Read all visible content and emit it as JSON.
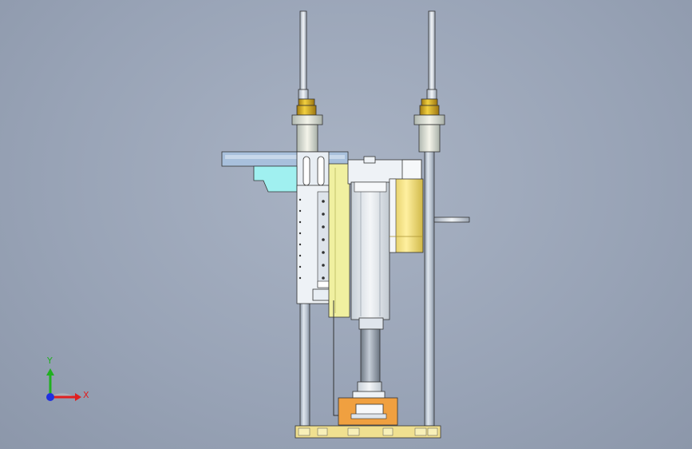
{
  "view": {
    "background_color": "#9aa5b8",
    "model": "cad-assembly-front-view"
  },
  "triad": {
    "x_label": "X",
    "y_label": "Y",
    "x_color": "#e02020",
    "y_color": "#20b020",
    "z_color": "#2030e0"
  },
  "parts": [
    {
      "id": "left-guide-rod",
      "color": "#b8c4d0"
    },
    {
      "id": "right-guide-rod",
      "color": "#b8c4d0"
    },
    {
      "id": "brass-bushing",
      "color": "#d8b020"
    },
    {
      "id": "top-bracket-plate",
      "color": "#a8c0dc"
    },
    {
      "id": "cyan-mount-block",
      "color": "#a0f0f0"
    },
    {
      "id": "yellow-side-plate",
      "color": "#f0f0a0"
    },
    {
      "id": "linear-actuator",
      "color": "#e0e6ec"
    },
    {
      "id": "stepper-motor",
      "color": "#f0e080"
    },
    {
      "id": "orange-fixture",
      "color": "#f0a040"
    },
    {
      "id": "base-plate",
      "color": "#f0e090"
    }
  ]
}
